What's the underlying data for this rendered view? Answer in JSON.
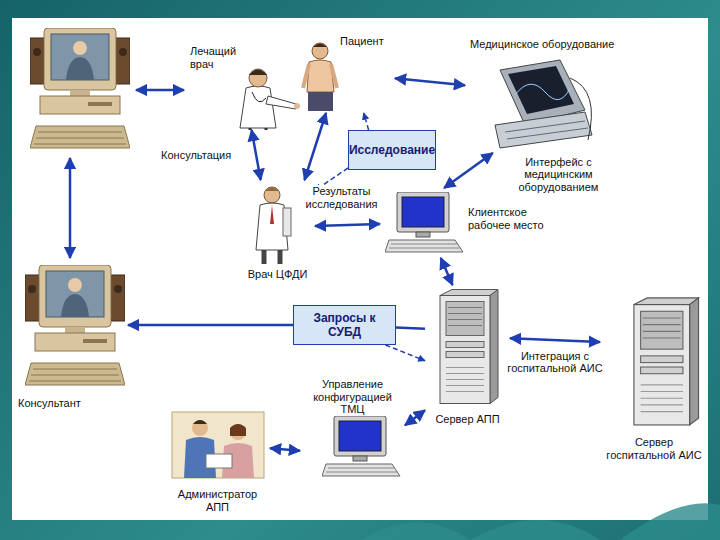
{
  "diagram": {
    "nodes": [
      {
        "text": [
          "Лечащий врач"
        ]
      },
      {
        "text": [
          "Пациент"
        ]
      },
      {
        "text": [
          "Медицинское оборудование"
        ]
      },
      {
        "text": [
          "Исследование"
        ]
      },
      {
        "text": [
          "Врач ЦФДИ"
        ]
      },
      {
        "text": [
          "Клиентское рабочее место"
        ]
      },
      {
        "text": [
          "Запросы к СУБД"
        ]
      },
      {
        "text": [
          "Консультант"
        ]
      },
      {
        "text": [
          "Сервер АПП"
        ]
      },
      {
        "text": [
          "Сервер госпитальной АИС"
        ]
      },
      {
        "text": [
          "Управление конфигурацией ТМЦ"
        ]
      },
      {
        "text": [
          "Администратор АПП"
        ]
      }
    ],
    "edges": [
      {
        "from": 1,
        "to": 2,
        "arrow": "both"
      },
      {
        "from": 0,
        "to": 4,
        "label": "Консультация",
        "arrow": "both"
      },
      {
        "from": 1,
        "to": 4,
        "arrow": "both"
      },
      {
        "from": 3,
        "to": 1,
        "arrow": "to"
      },
      {
        "from": 3,
        "to": 4,
        "arrow": "to"
      },
      {
        "from": 4,
        "to": 5,
        "label": "Результаты исследования",
        "arrow": "both"
      },
      {
        "from": 2,
        "to": 5,
        "label": "Интерфейс с медицинским оборудованием",
        "arrow": "both"
      },
      {
        "from": 5,
        "to": 8,
        "arrow": "both"
      },
      {
        "from": 6,
        "to": 7,
        "arrow": "to"
      },
      {
        "from": 8,
        "to": 6,
        "arrow": "none"
      },
      {
        "from": 6,
        "to": 8,
        "arrow": "to"
      },
      {
        "from": 8,
        "to": 9,
        "label": "Интеграция с госпитальной АИС",
        "arrow": "both"
      },
      {
        "from": 10,
        "to": 8,
        "arrow": "both"
      },
      {
        "from": 11,
        "to": 10,
        "arrow": "both"
      }
    ]
  }
}
